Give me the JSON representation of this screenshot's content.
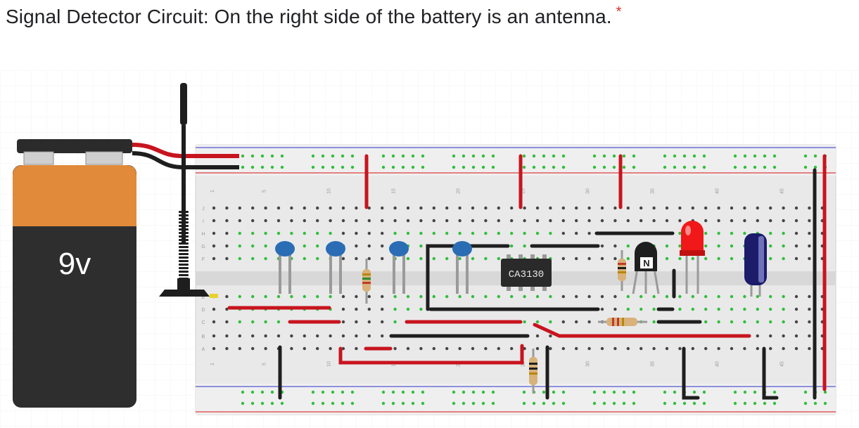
{
  "question": {
    "title": "Signal Detector Circuit: On the right side of the battery is an antenna.",
    "required_marker": "*"
  },
  "battery": {
    "label": "9v"
  },
  "breadboard": {
    "column_numbers": [
      "1",
      "5",
      "10",
      "15",
      "20",
      "25",
      "30",
      "35",
      "40",
      "45"
    ],
    "row_letters_upper": [
      "J",
      "I",
      "H",
      "G",
      "F"
    ],
    "row_letters_lower": [
      "E",
      "D",
      "C",
      "B",
      "A"
    ]
  },
  "chip": {
    "label": "CA3130"
  },
  "transistor": {
    "label": "N"
  },
  "colors": {
    "wire_red": "#c8141e",
    "wire_black": "#1e1e1e",
    "breadboard": "#e6e6e6",
    "hole_active": "#2fbf3a",
    "battery_orange": "#e08a3a",
    "battery_body": "#2e2e2e",
    "led": "#f01818",
    "capacitor_ceramic": "#2a6db5",
    "capacitor_electrolytic": "#1c1c6a"
  }
}
